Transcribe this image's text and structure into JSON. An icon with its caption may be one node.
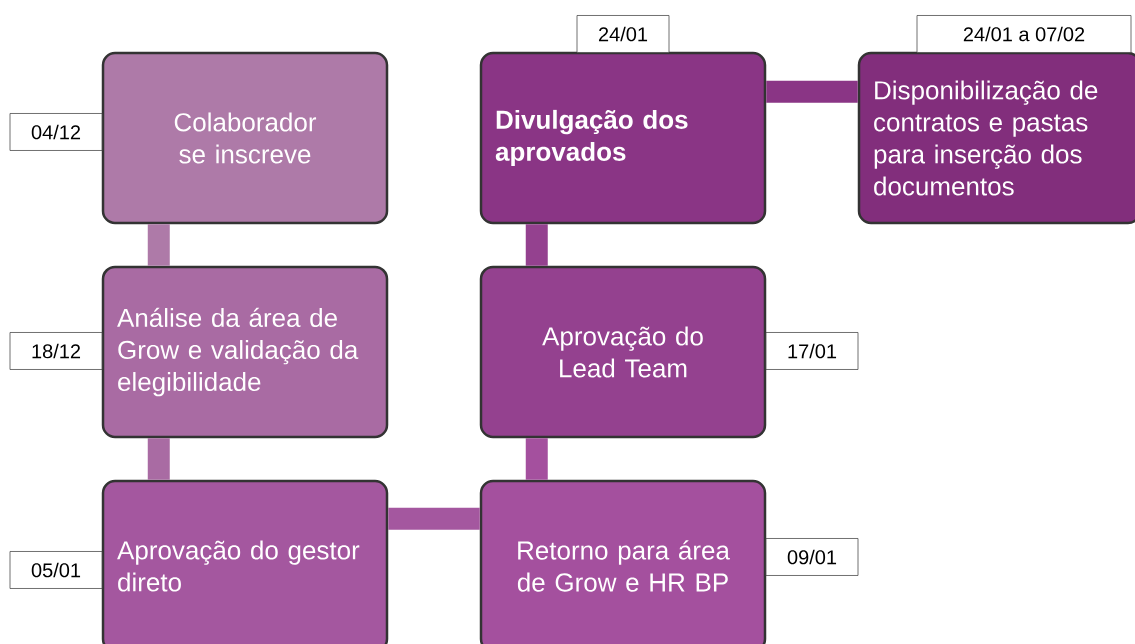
{
  "diagram": {
    "nodes": [
      {
        "text": [
          "Colaborador se inscreve"
        ],
        "beside": [
          "04/12"
        ]
      },
      {
        "text": [
          "Análise da área de Grow e validação da elegibilidade"
        ],
        "beside": [
          "18/12"
        ]
      },
      {
        "text": [
          "Aprovação do gestor direto"
        ],
        "beside": [
          "05/01"
        ]
      },
      {
        "text": [
          "Retorno para área de Grow e HR BP"
        ],
        "beside": [
          "09/01"
        ]
      },
      {
        "text": [
          "Aprovação do Lead Team"
        ],
        "beside": [
          "17/01"
        ]
      },
      {
        "text": [
          "Divulgação dos aprovados"
        ],
        "beside": [
          "24/01"
        ]
      },
      {
        "text": [
          "Disponibilização de contratos e pastas para inserção dos documentos"
        ],
        "beside": [
          "24/01 a 07/02"
        ]
      }
    ],
    "edges": [
      {
        "from": 0,
        "to": 1,
        "arrow": "none"
      },
      {
        "from": 1,
        "to": 2,
        "arrow": "none"
      },
      {
        "from": 2,
        "to": 3,
        "arrow": "none"
      },
      {
        "from": 3,
        "to": 4,
        "arrow": "none"
      },
      {
        "from": 4,
        "to": 5,
        "arrow": "none"
      },
      {
        "from": 5,
        "to": 6,
        "arrow": "none"
      }
    ]
  }
}
